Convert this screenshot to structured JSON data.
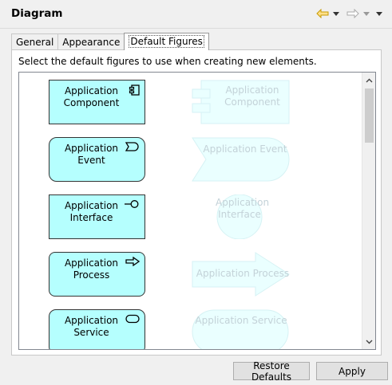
{
  "header": {
    "title": "Diagram"
  },
  "tabs": [
    {
      "label": "General",
      "active": false
    },
    {
      "label": "Appearance",
      "active": false
    },
    {
      "label": "Default Figures",
      "active": true
    }
  ],
  "instruction": "Select the default figures to use when creating new elements.",
  "figures": [
    {
      "label": "Application Component",
      "icon": "component-icon",
      "alt_label": "Application Component"
    },
    {
      "label": "Application Event",
      "icon": "event-icon",
      "alt_label": "Application Event"
    },
    {
      "label": "Application Interface",
      "icon": "interface-icon",
      "alt_label": "Application Interface"
    },
    {
      "label": "Application Process",
      "icon": "process-arrow-icon",
      "alt_label": "Application Process"
    },
    {
      "label": "Application Service",
      "icon": "service-icon",
      "alt_label": "Application Service"
    }
  ],
  "buttons": {
    "restore": "Restore Defaults",
    "apply": "Apply"
  },
  "colors": {
    "figure_fill": "#b5fffe",
    "alt_fill": "#eaffff",
    "alt_text": "#c3d2d8"
  }
}
